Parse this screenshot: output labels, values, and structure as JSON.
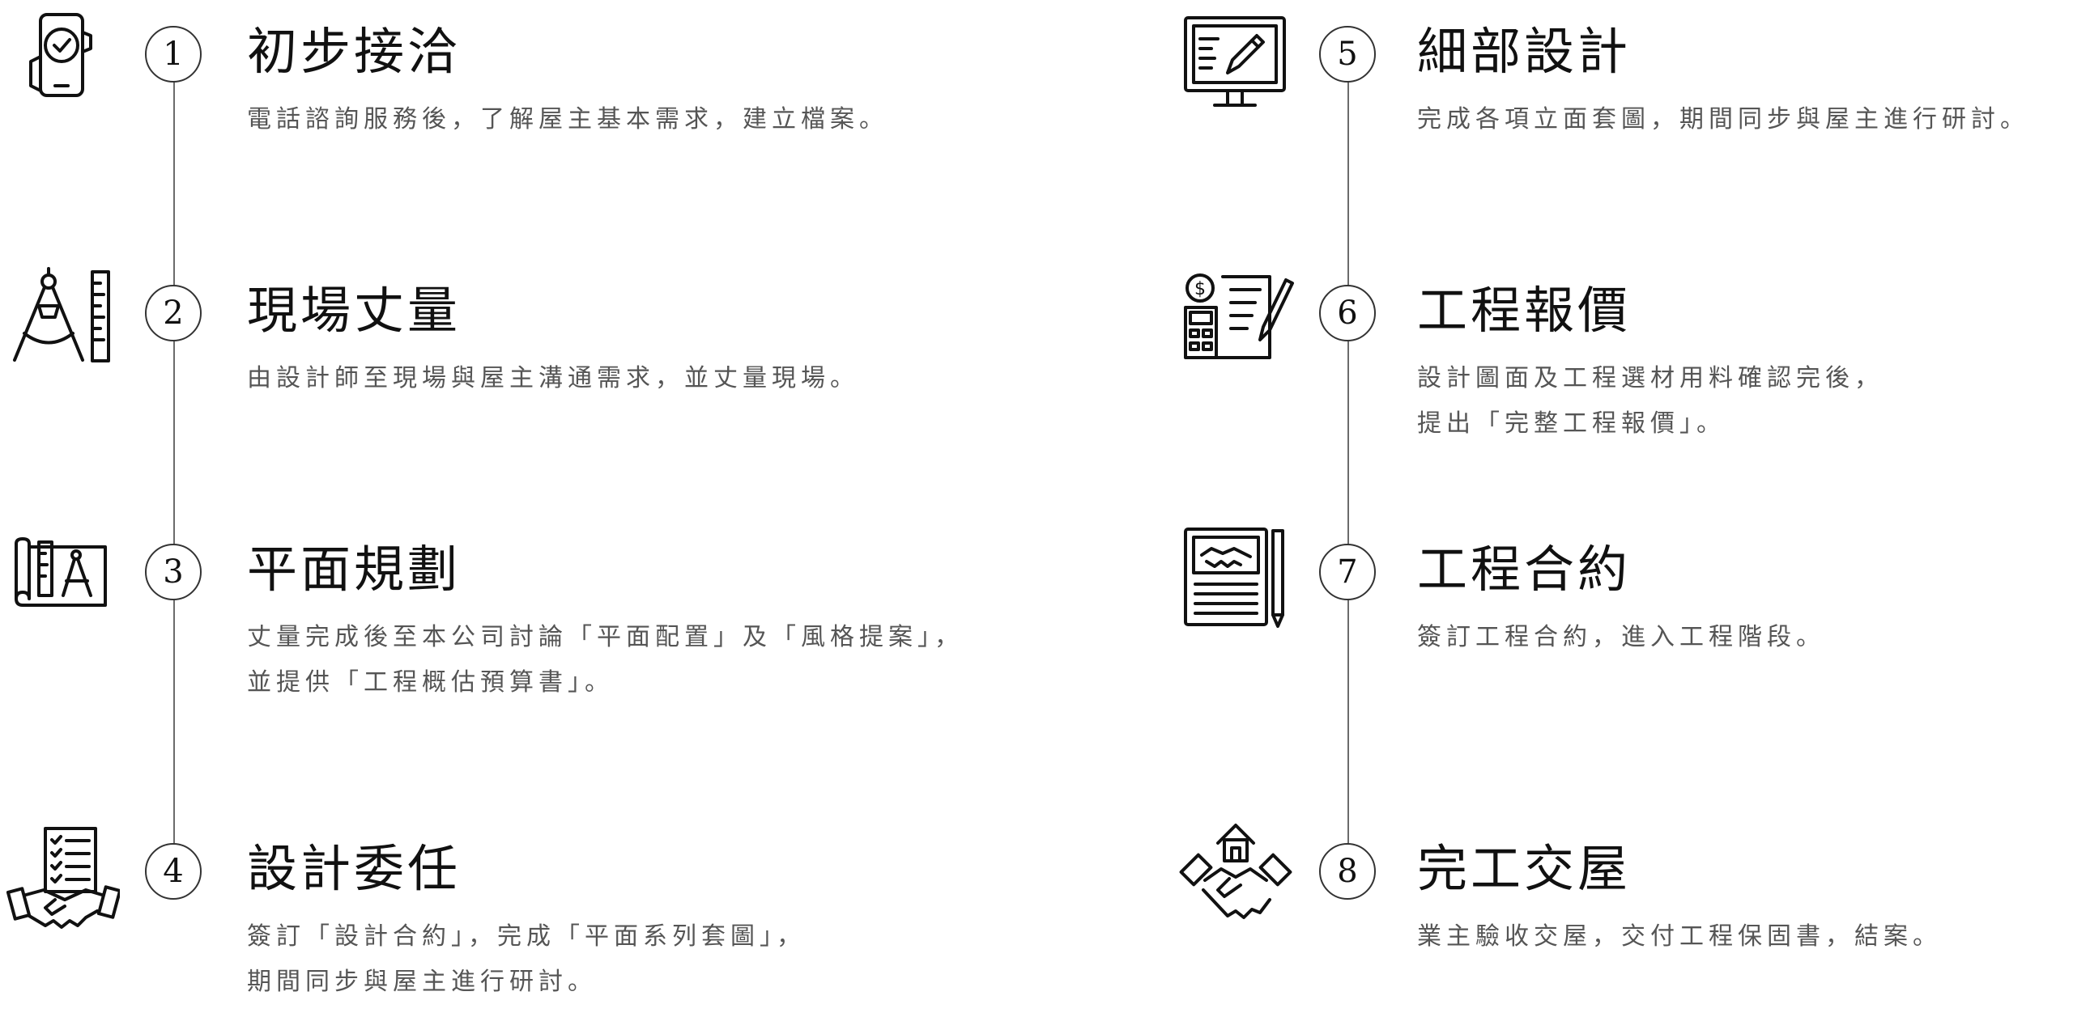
{
  "steps": [
    {
      "number": "1",
      "icon": "phone-check-icon",
      "title": "初步接洽",
      "lines": [
        "電話諮詢服務後，了解屋主基本需求，建立檔案。"
      ]
    },
    {
      "number": "2",
      "icon": "compass-ruler-icon",
      "title": "現場丈量",
      "lines": [
        "由設計師至現場與屋主溝通需求，並丈量現場。"
      ]
    },
    {
      "number": "3",
      "icon": "blueprint-icon",
      "title": "平面規劃",
      "lines": [
        "丈量完成後至本公司討論「平面配置」及「風格提案」，",
        "並提供「工程概估預算書」。"
      ]
    },
    {
      "number": "4",
      "icon": "contract-handshake-icon",
      "title": "設計委任",
      "lines": [
        "簽訂「設計合約」，完成「平面系列套圖」，",
        "期間同步與屋主進行研討。"
      ]
    },
    {
      "number": "5",
      "icon": "monitor-design-icon",
      "title": "細部設計",
      "lines": [
        "完成各項立面套圖，期間同步與屋主進行研討。"
      ]
    },
    {
      "number": "6",
      "icon": "quotation-icon",
      "title": "工程報價",
      "lines": [
        "設計圖面及工程選材用料確認完後，",
        "提出「完整工程報價」。"
      ]
    },
    {
      "number": "7",
      "icon": "agreement-icon",
      "title": "工程合約",
      "lines": [
        "簽訂工程合約，進入工程階段。"
      ]
    },
    {
      "number": "8",
      "icon": "house-handshake-icon",
      "title": "完工交屋",
      "lines": [
        "業主驗收交屋，交付工程保固書，結案。"
      ]
    }
  ]
}
